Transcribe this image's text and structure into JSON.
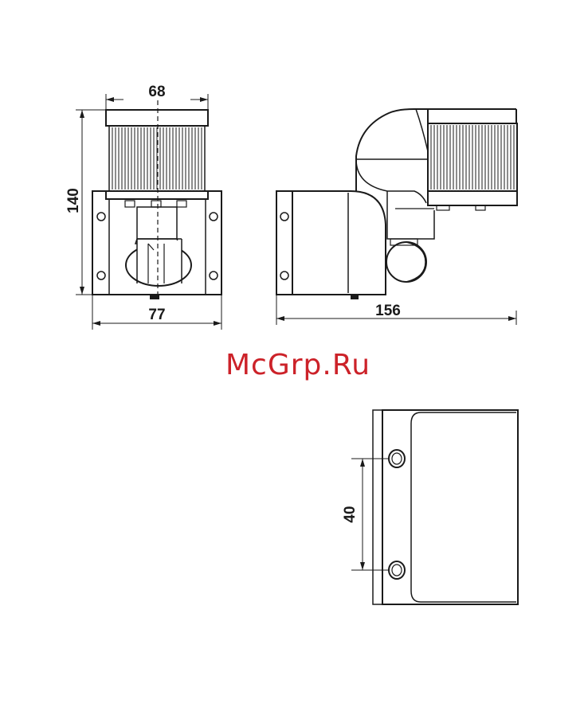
{
  "dimensions": {
    "front_width_top": "68",
    "front_height": "140",
    "front_width_bottom": "77",
    "side_length": "156",
    "hole_spacing": "40"
  },
  "watermark": "McGrp.Ru",
  "colors": {
    "line": "#1a1a1a",
    "watermark": "#cc2229"
  }
}
